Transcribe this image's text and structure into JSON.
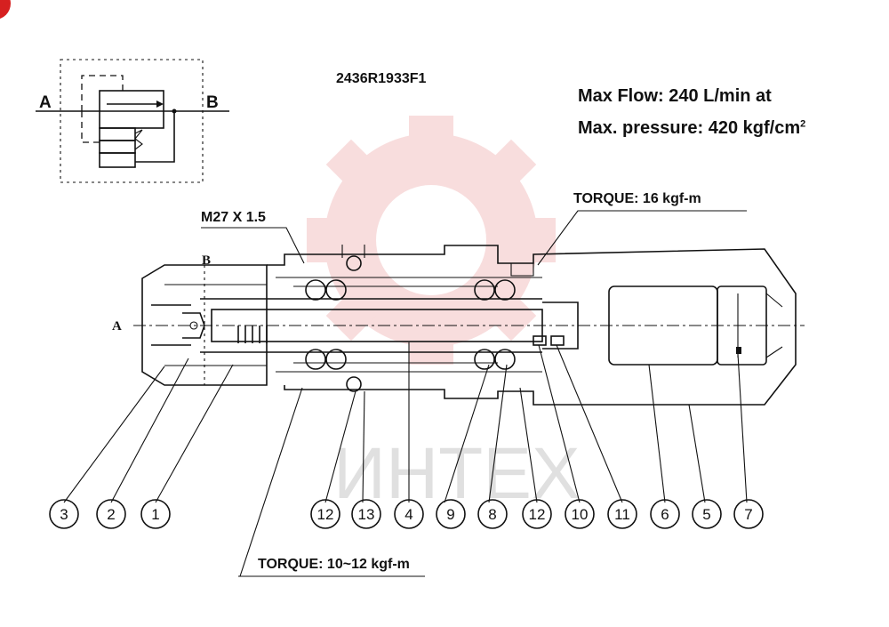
{
  "model_code": "2436R1933F1",
  "spec_flow": "Max Flow: 240 L/min   at",
  "spec_pressure": "Max. pressure: 420 kgf/cm",
  "spec_pressure_sup": "2",
  "thread_label": "M27 X 1.5",
  "torque_top": "TORQUE: 16 kgf-m",
  "torque_bottom": "TORQUE: 10~12 kgf-m",
  "port_a": "A",
  "port_b": "B",
  "watermark_text": "ИНТЕХ",
  "colors": {
    "watermark": "#f3c2c2",
    "badge": "#d62020"
  },
  "parts": [
    {
      "n": "3"
    },
    {
      "n": "2"
    },
    {
      "n": "1"
    },
    {
      "n": "12"
    },
    {
      "n": "13"
    },
    {
      "n": "4"
    },
    {
      "n": "9"
    },
    {
      "n": "8"
    },
    {
      "n": "12"
    },
    {
      "n": "10"
    },
    {
      "n": "11"
    },
    {
      "n": "6"
    },
    {
      "n": "5"
    },
    {
      "n": "7"
    }
  ]
}
